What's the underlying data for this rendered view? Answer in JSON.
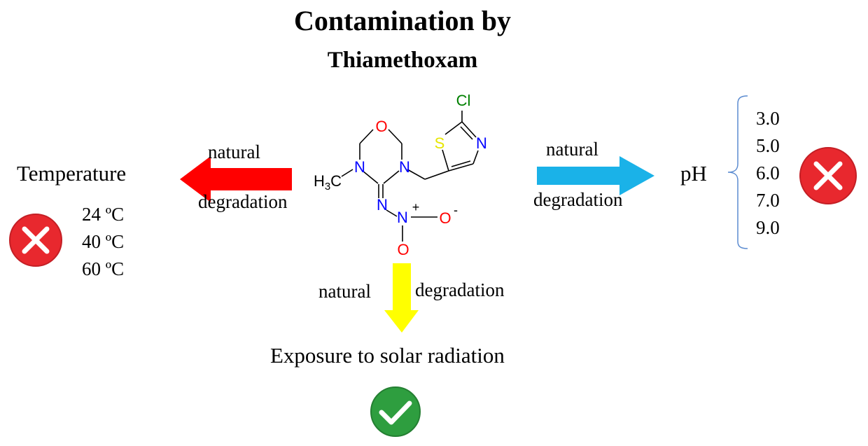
{
  "title": {
    "line1": "Contamination by",
    "line2": "Thiamethoxam"
  },
  "left": {
    "arrow_label_top": "natural",
    "arrow_label_bottom": "degradation",
    "factor": "Temperature",
    "values": [
      "24 ºC",
      "40 ºC",
      "60 ºC"
    ],
    "arrow_color": "#ff0000",
    "result_icon": "x-circle-icon",
    "result_color": "#e8282e"
  },
  "right": {
    "arrow_label_top": "natural",
    "arrow_label_bottom": "degradation",
    "factor": "pH",
    "values": [
      "3.0",
      "5.0",
      "6.0",
      "7.0",
      "9.0"
    ],
    "arrow_color": "#1ab2e8",
    "result_icon": "x-circle-icon",
    "result_color": "#e8282e"
  },
  "bottom": {
    "arrow_label_left": "natural",
    "arrow_label_right": "degradation",
    "factor": "Exposure to solar radiation",
    "arrow_color": "#ffff00",
    "result_icon": "check-circle-icon",
    "result_color": "#2e9e3f"
  },
  "molecule": {
    "atoms": {
      "oxygen_ring": "O",
      "nitrogen_left": "N",
      "nitrogen_right": "N",
      "methyl": "H3C",
      "sulfur": "S",
      "nitrogen_thiazole": "N",
      "chlorine": "Cl",
      "nitrogen_imine": "N",
      "nitrogen_nitro": "N",
      "plus_charge": "+",
      "oxygen_nitro_right": "O",
      "minus_charge": "-",
      "oxygen_nitro_bottom": "O"
    },
    "colors": {
      "oxygen": "#ff0000",
      "nitrogen": "#0000ff",
      "sulfur": "#ffff00",
      "chlorine": "#008000"
    }
  }
}
